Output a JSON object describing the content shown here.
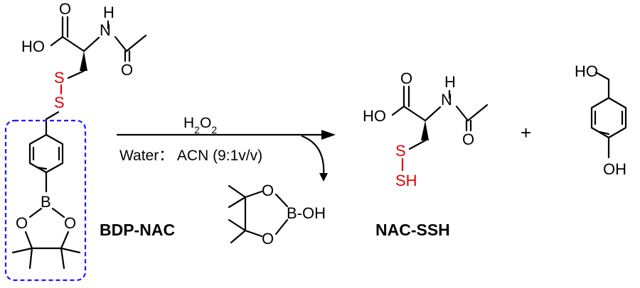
{
  "colors": {
    "text": "#000000",
    "heteroatom_sulfur": "#e00000",
    "highlight_box": "#1a1aff",
    "background": "#ffffff"
  },
  "reactant": {
    "name": "BDP-NAC",
    "atoms": {
      "carboxyl_o": "O",
      "carboxyl_oh": "HO",
      "amide_nh": "N",
      "amide_h": "H",
      "amide_o": "O",
      "sulfur_1": "S",
      "sulfur_2": "S",
      "boron": "B",
      "ester_o_left": "O",
      "ester_o_right": "O"
    }
  },
  "conditions": {
    "reagent_base": "H",
    "reagent_sub": "2",
    "reagent_mid": "O",
    "reagent_sub2": "2",
    "solvent": "Water： ACN (9:1v/v)"
  },
  "byproduct_boron": {
    "o_top": "O",
    "o_bottom": "O",
    "b_oh": "B-OH"
  },
  "product_1": {
    "name": "NAC-SSH",
    "atoms": {
      "carboxyl_o": "O",
      "carboxyl_oh": "HO",
      "amide_nh": "N",
      "amide_h": "H",
      "amide_o": "O",
      "sulfur": "S",
      "sh": "SH"
    }
  },
  "plus_sign": "+",
  "product_2": {
    "atoms": {
      "ho_top": "HO",
      "oh_bottom": "OH"
    }
  }
}
